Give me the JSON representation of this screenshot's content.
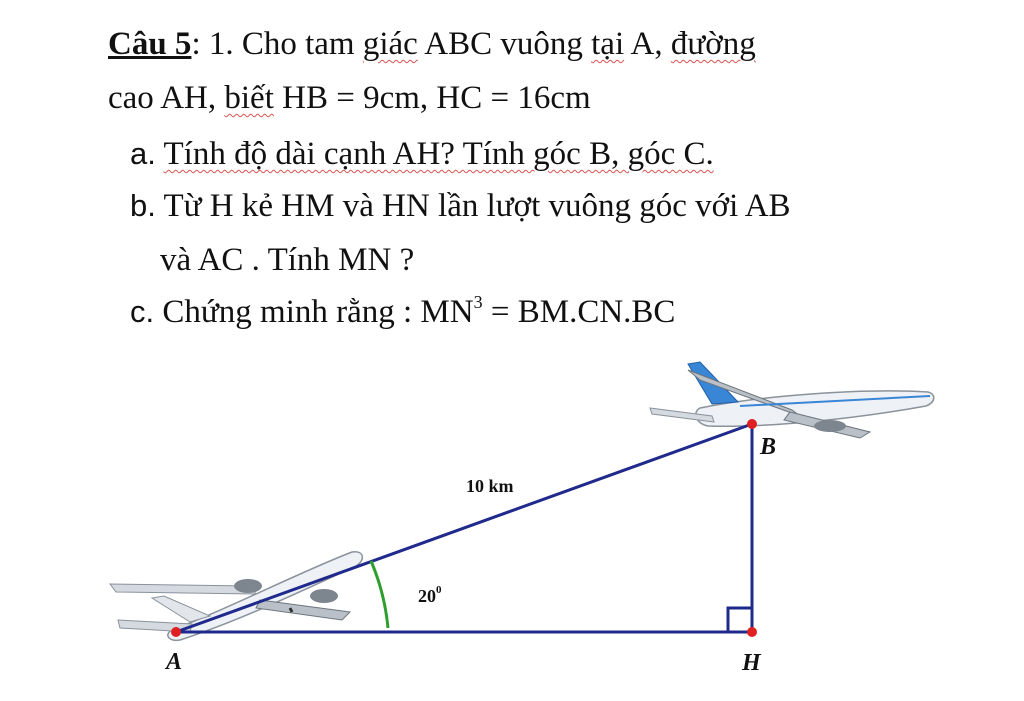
{
  "problem": {
    "title": "Câu 5",
    "intro_a": ": 1. Cho tam",
    "intro_b": "giác",
    "intro_c": "ABC vuông",
    "intro_d": "tại",
    "intro_e": "A,",
    "intro_f": "đường",
    "line2_a": "cao AH,",
    "line2_b": "biết",
    "line2_c": "HB = 9cm, HC = 16cm",
    "part_a_marker": "a.",
    "part_a_text": "Tính độ dài cạnh AH? Tính góc B, góc C.",
    "part_b_marker": "b.",
    "part_b_text": "Từ H kẻ HM và HN lần lượt vuông góc với AB",
    "part_b_cont": "và AC . Tính MN   ?",
    "part_c_marker": "c.",
    "part_c_text": "Chứng minh rằng :",
    "part_c_math_a": "MN",
    "part_c_exp": "3",
    "part_c_math_b": "= BM.CN.BC"
  },
  "figure": {
    "label_a": "A",
    "label_b": "B",
    "label_h": "H",
    "distance_label": "10 km",
    "angle_label": "20",
    "angle_sup": "0",
    "colors": {
      "triangle": "#1f2a8c",
      "angle_arc": "#2e9e2e",
      "vertex": "#e02020"
    }
  }
}
